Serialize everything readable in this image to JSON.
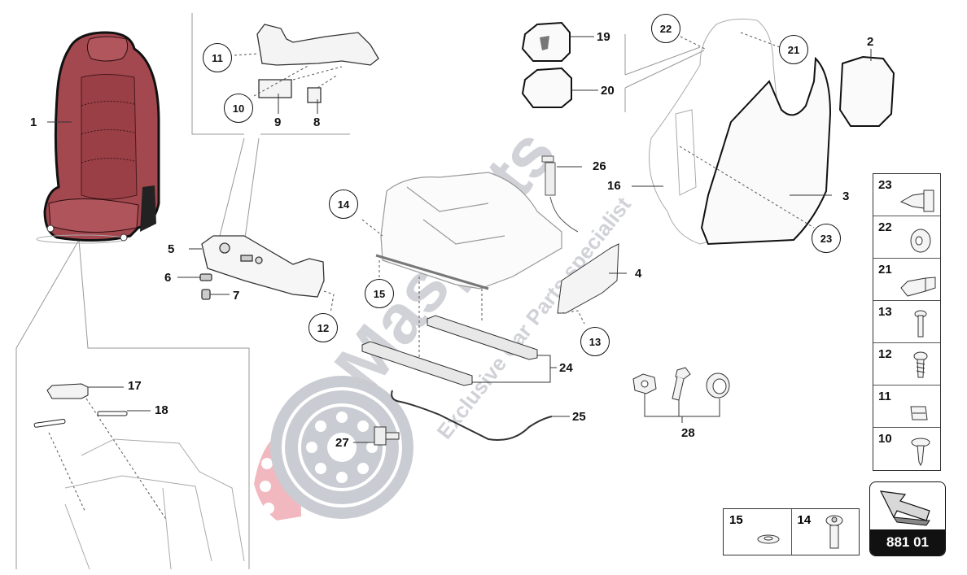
{
  "diagram": {
    "title": "Seat assembly exploded parts diagram",
    "page_code": "881 01",
    "watermark": {
      "brand": "Masparts",
      "tagline": "Exclusive Car Parts specialist",
      "colors": {
        "gray": "#c5c8cf",
        "red": "#f2b5bc"
      }
    },
    "colors": {
      "seat_leather": "#a3484f",
      "line": "#111111",
      "frame_line": "#9a9a9a"
    },
    "callouts": [
      {
        "id": "1",
        "style": "plain"
      },
      {
        "id": "2",
        "style": "plain"
      },
      {
        "id": "3",
        "style": "plain"
      },
      {
        "id": "4",
        "style": "plain"
      },
      {
        "id": "5",
        "style": "plain"
      },
      {
        "id": "6",
        "style": "plain"
      },
      {
        "id": "7",
        "style": "plain"
      },
      {
        "id": "8",
        "style": "plain"
      },
      {
        "id": "9",
        "style": "plain"
      },
      {
        "id": "10",
        "style": "circled"
      },
      {
        "id": "11",
        "style": "circled"
      },
      {
        "id": "12",
        "style": "circled"
      },
      {
        "id": "13",
        "style": "circled"
      },
      {
        "id": "14",
        "style": "circled"
      },
      {
        "id": "15",
        "style": "circled"
      },
      {
        "id": "16",
        "style": "plain"
      },
      {
        "id": "17",
        "style": "plain"
      },
      {
        "id": "18",
        "style": "plain"
      },
      {
        "id": "19",
        "style": "plain"
      },
      {
        "id": "20",
        "style": "plain"
      },
      {
        "id": "21",
        "style": "circled"
      },
      {
        "id": "22",
        "style": "circled"
      },
      {
        "id": "23",
        "style": "circled"
      },
      {
        "id": "24",
        "style": "plain"
      },
      {
        "id": "25",
        "style": "plain"
      },
      {
        "id": "26",
        "style": "plain"
      },
      {
        "id": "27",
        "style": "plain"
      },
      {
        "id": "28",
        "style": "plain"
      }
    ],
    "fastener_legend": [
      {
        "id": "23",
        "icon": "plug-icon"
      },
      {
        "id": "22",
        "icon": "grommet-icon"
      },
      {
        "id": "21",
        "icon": "sleeve-icon"
      },
      {
        "id": "13",
        "icon": "torx-screw-icon"
      },
      {
        "id": "12",
        "icon": "tapping-screw-icon"
      },
      {
        "id": "11",
        "icon": "clip-nut-icon"
      },
      {
        "id": "10",
        "icon": "expansion-rivet-icon"
      }
    ],
    "bottom_legend": [
      {
        "id": "15",
        "icon": "washer-icon"
      },
      {
        "id": "14",
        "icon": "flange-bolt-icon"
      }
    ]
  }
}
